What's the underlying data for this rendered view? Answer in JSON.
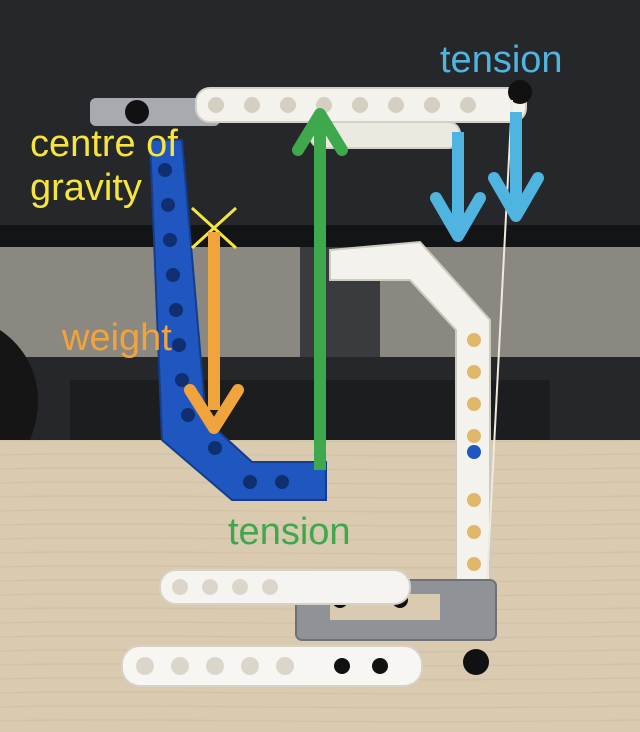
{
  "labels": {
    "centre_of_gravity": "centre of\ngravity",
    "weight": "weight",
    "tension_bottom": "tension",
    "tension_top": "tension"
  },
  "colors": {
    "centre_of_gravity": "#f4e53f",
    "weight": "#f2a43c",
    "tension_green": "#3ea84c",
    "tension_blue": "#4fb4e0",
    "blue_beam": "#1f56c0",
    "white_beam": "#f4f2ec",
    "grey_frame": "#8f9296",
    "table": "#d9cab0"
  }
}
